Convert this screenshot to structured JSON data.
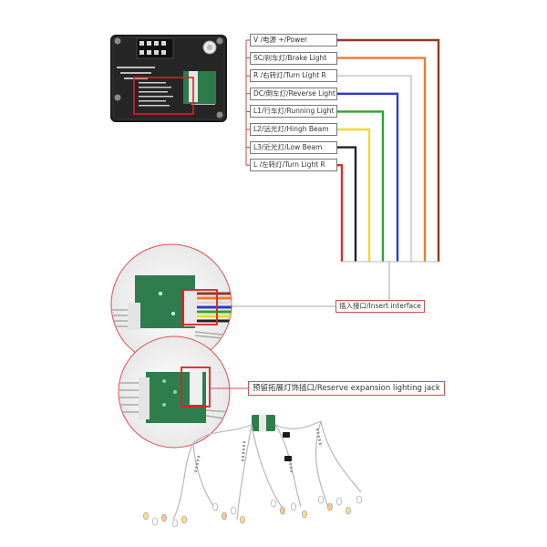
{
  "wire_labels": [
    {
      "text": "V /电源 +/Power",
      "color": "#8b3a2a"
    },
    {
      "text": "SC/刹车灯/Brake Light",
      "color": "#f07a2a"
    },
    {
      "text": "R /右转灯/Turn Light R",
      "color": "#d8d8d8"
    },
    {
      "text": "DC/倒车灯/Reverse Light",
      "color": "#2a3ad0"
    },
    {
      "text": "L1/行车灯/Running Light",
      "color": "#2aa52a"
    },
    {
      "text": "L2/远光灯/Hingh Beam",
      "color": "#f2d82a"
    },
    {
      "text": "L3/近光灯/Low Beam",
      "color": "#222222"
    },
    {
      "text": "L /左转灯/Turn Light R",
      "color": "#e02a2a"
    }
  ],
  "insert_label": "插入接口/Insert interface",
  "reserve_label": "预留拓展灯饰插口/Reserve expansion lighting jack",
  "highlight_color": "#e02020"
}
